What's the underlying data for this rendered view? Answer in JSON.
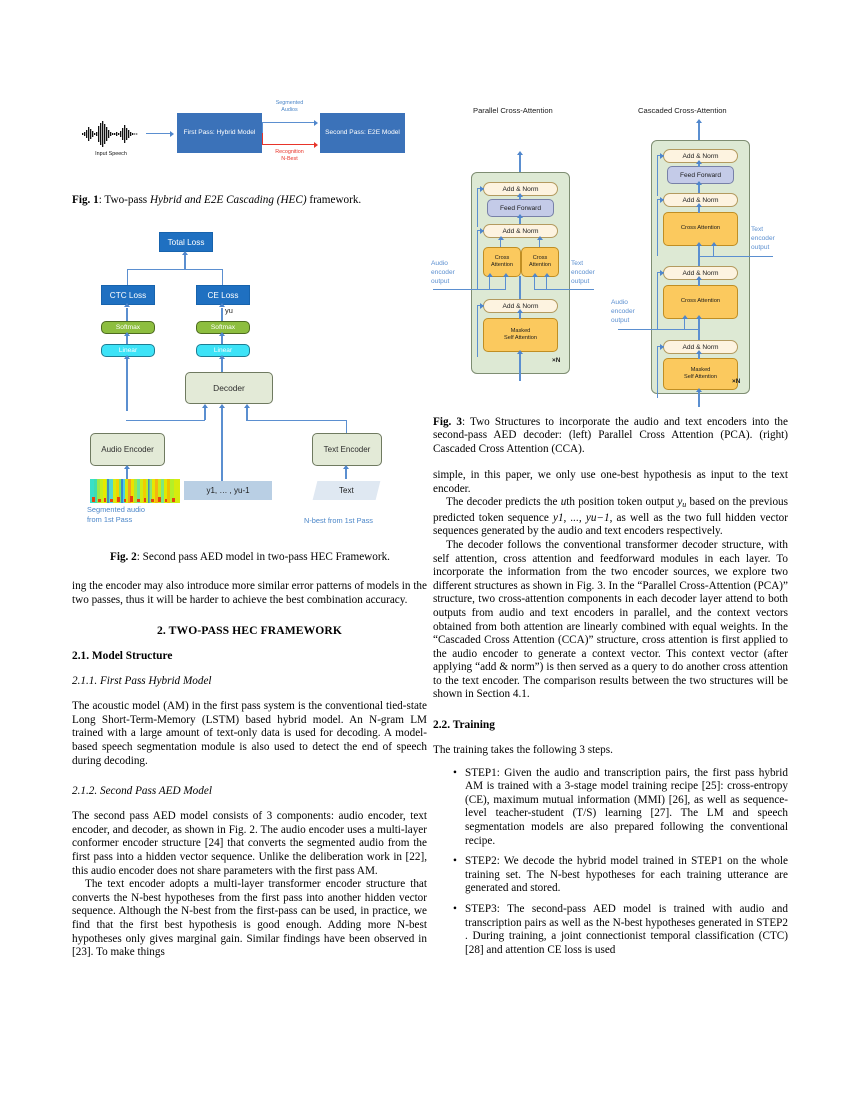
{
  "figure1": {
    "caption_prefix": "Fig. 1",
    "caption_rest_a": ": Two-pass ",
    "caption_italic": "Hybrid and E2E Cascading (HEC)",
    "caption_rest_b": " framework.",
    "input_label": "Input Speech",
    "first_pass_box": "First Pass: Hybrid Model",
    "second_pass_box": "Second Pass: E2E Model",
    "segmented_label_l1": "Segmented",
    "segmented_label_l2": "Audios",
    "recognition_label_l1": "Recognition",
    "recognition_label_l2": "N-Best",
    "colors": {
      "box": "#3b72b9",
      "blue_arrow": "#5b8fd0",
      "red_arrow": "#e8342a",
      "blue_text": "#4b86c8",
      "red_text": "#e8342a"
    }
  },
  "figure2": {
    "caption_prefix": "Fig. 2",
    "caption_rest": ": Second pass AED model in two-pass HEC Framework.",
    "total_loss": "Total Loss",
    "ctc_loss": "CTC Loss",
    "ce_loss": "CE Loss",
    "softmax_left": "Softmax",
    "softmax_right": "Softmax",
    "linear_left": "Linear",
    "linear_right": "Linear",
    "decoder": "Decoder",
    "audio_encoder": "Audio Encoder",
    "text_encoder": "Text Encoder",
    "y_prev": "y1, … , yu-1",
    "text_box": "Text",
    "yu_label": "yu",
    "segmented_caption_l1": "Segmented audio",
    "segmented_caption_l2": "from 1st Pass",
    "nbest_caption": "N-best from 1st Pass",
    "colors": {
      "loss_blue": "#1f70c1",
      "softmax_green": "#8dbe3f",
      "linear_cyan": "#3de3f7",
      "module_green": "#e3ead7",
      "data_blue": "#b9cfe4",
      "para_blue": "#dfe8f2",
      "arrow": "#5b8fd0",
      "caption_blue": "#4b86c8"
    }
  },
  "figure3": {
    "title_left": "Parallel Cross-Attention",
    "title_right": "Cascaded Cross-Attention",
    "add_norm": "Add & Norm",
    "feed_forward": "Feed Forward",
    "cross_attention_l1": "Cross",
    "cross_attention_l2": "Attention",
    "cross_attention_single": "Cross Attention",
    "masked_self_attention_l1": "Masked",
    "masked_self_attention_l2": "Self Attention",
    "audio_encoder_output_l1": "Audio",
    "audio_encoder_output_l2": "encoder",
    "audio_encoder_output_l3": "output",
    "text_encoder_output_l1": "Text",
    "text_encoder_output_l2": "encoder",
    "text_encoder_output_l3": "output",
    "xn": "×N",
    "caption_prefix": "Fig. 3",
    "caption_rest": ": Two Structures to incorporate the audio and text encoders into the second-pass AED decoder: (left) Parallel Cross Attention (PCA). (right) Cascaded Cross Attention (CCA).",
    "colors": {
      "panel": "#dde9d4",
      "add_norm": "#fdf3e0",
      "feed_forward": "#c4cbe8",
      "attention": "#fbc95e",
      "arrow": "#5b8fd0",
      "label": "#5b8fd0"
    }
  },
  "left_column": {
    "para_continuation": "ing the encoder may also introduce more similar error patterns of models in the two passes, thus it will be harder to achieve the best combination accuracy.",
    "section_heading": "2.  TWO-PASS HEC FRAMEWORK",
    "subsection_1": "2.1.  Model Structure",
    "subsubsection_1_1": "2.1.1.  First Pass Hybrid Model",
    "para_first_pass": "The acoustic model (AM) in the first pass system is the conventional tied-state Long Short-Term-Memory (LSTM) based hybrid model. An N-gram LM trained with a large amount of text-only data is used for decoding.  A model-based speech segmentation module is also used to detect the end of speech during decoding.",
    "subsubsection_1_2": "2.1.2.  Second Pass AED Model",
    "para_second_pass_a": "The second pass AED model consists of 3 components: audio encoder, text encoder, and decoder, as shown in Fig. 2. The audio encoder uses a multi-layer conformer encoder structure [24] that converts the segmented audio from the first pass into a hidden vector sequence. Unlike the deliberation work in [22], this audio encoder does not share parameters with the first pass AM.",
    "para_second_pass_b": "The text encoder adopts a multi-layer transformer encoder structure that converts the N-best hypotheses from the first pass into another hidden vector sequence. Although the N-best from the first-pass can be used, in practice, we find that the first best hypothesis is good enough. Adding more N-best hypotheses only gives marginal gain. Similar findings have been observed in [23]. To make things"
  },
  "right_column": {
    "para_simple": "simple, in this paper, we only use one-best hypothesis as input to the text encoder.",
    "para_decoder_predicts_a": "The decoder predicts the ",
    "para_decoder_predicts_u": "u",
    "para_decoder_predicts_b": "th position token output ",
    "para_decoder_predicts_y": "y",
    "para_decoder_predicts_ysub": "u",
    "para_decoder_predicts_c": " based on the previous predicted token sequence ",
    "para_decoder_predicts_seq": "y1, ..., yu−1",
    "para_decoder_predicts_d": ", as well as the two full hidden vector sequences generated by the audio and text encoders respectively.",
    "para_decoder_follows": "The decoder follows the conventional transformer decoder structure, with self attention, cross attention and feedforward modules in each layer. To incorporate the information from the two encoder sources, we explore two different structures as shown in Fig. 3. In the “Parallel Cross-Attention (PCA)” structure, two cross-attention components in each decoder layer attend to both outputs from audio and text encoders in parallel, and the context vectors obtained from both attention are linearly combined with equal weights. In the “Cascaded Cross Attention (CCA)” structure, cross attention is first applied to the audio encoder to generate a context vector. This context vector (after applying “add & norm”) is then served as a query to do another cross attention to the text encoder. The comparison results between the two structures will be shown in Section 4.1.",
    "subsection_2": "2.2.  Training",
    "para_training_intro": "The training takes the following 3 steps.",
    "steps": [
      "STEP1: Given the audio and transcription pairs, the first pass hybrid AM is trained with a 3-stage model training recipe [25]:  cross-entropy (CE), maximum mutual information (MMI) [26], as well as sequence-level teacher-student (T/S) learning [27]. The LM and speech segmentation models are also prepared following the conventional recipe.",
      "STEP2: We decode the hybrid model trained in STEP1 on the whole training set. The N-best hypotheses for each training utterance are generated and stored.",
      "STEP3: The second-pass AED model is trained with audio and transcription pairs as well as the N-best hypotheses generated in STEP2 . During training, a joint connectionist temporal classification (CTC) [28] and attention CE loss is used"
    ]
  }
}
